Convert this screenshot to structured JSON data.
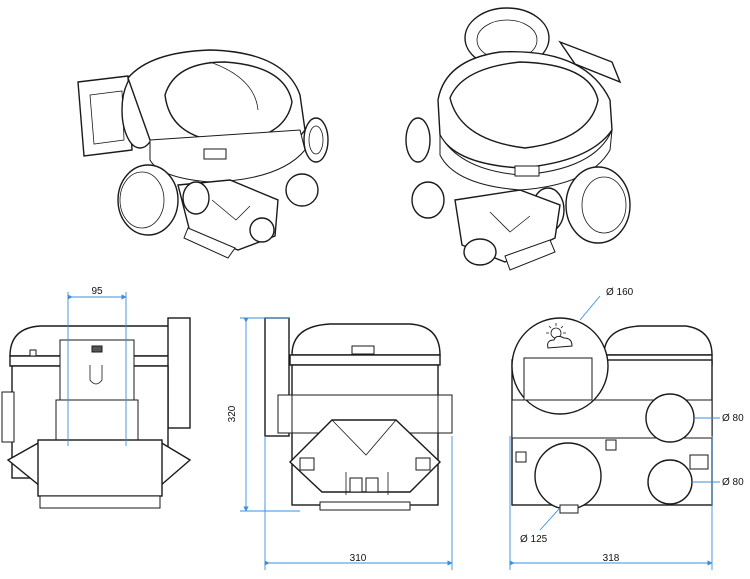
{
  "figure": {
    "description_labels": {
      "top_width": "95",
      "side_height": "320",
      "bottom_width_side": "310",
      "bottom_width_front": "318",
      "diameter_top": "Ø 160",
      "diameter_right_upper": "Ø 80",
      "diameter_right_lower": "Ø 80",
      "diameter_bottom": "Ø 125"
    },
    "colors": {
      "outline": "#1a1a1a",
      "dimension": "#3b8fd8"
    }
  }
}
